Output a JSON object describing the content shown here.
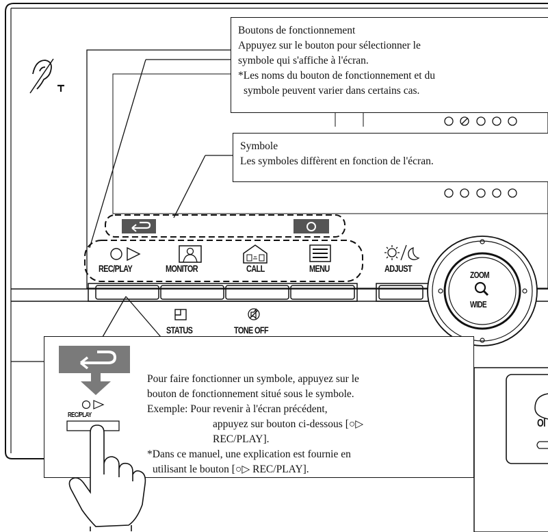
{
  "buttons": {
    "rec_play": "REC/PLAY",
    "monitor": "MONITOR",
    "call": "CALL",
    "menu": "MENU",
    "adjust": "ADJUST",
    "status": "STATUS",
    "tone_off": "TONE OFF",
    "zoom": "ZOOM",
    "wide": "WIDE",
    "edge_fragment": "Ol"
  },
  "callout_buttons": {
    "lines": [
      "Boutons de fonctionnement",
      "Appuyez sur le bouton pour sélectionner le",
      "symbole qui s'affiche à l'écran.",
      "*Les noms du bouton de fonctionnement et du",
      "symbole peuvent varier dans certains cas."
    ]
  },
  "callout_symbol": {
    "lines": [
      "Symbole",
      "Les symboles diffèrent en fonction de l'écran."
    ]
  },
  "callout_usage": {
    "lines": [
      "Pour faire fonctionner un symbole, appuyez sur le",
      "bouton de fonctionnement situé sous le symbole.",
      "Exemple: Pour revenir à l'écran précédent,",
      "appuyez sur bouton ci-dessous [○▷",
      "REC/PLAY].",
      "*Dans ce manuel, une explication est fournie en",
      "utilisant le bouton [○▷ REC/PLAY]."
    ],
    "inset_label": "REC/PLAY"
  },
  "icons": [
    "hearing-loop-icon",
    "back-arrow-icon",
    "circle-icon",
    "play-triangle-icon",
    "monitor-icon",
    "call-icon",
    "menu-icon",
    "brightness-icon",
    "status-icon",
    "tone-off-icon",
    "magnifier-icon",
    "pointing-hand-icon"
  ]
}
